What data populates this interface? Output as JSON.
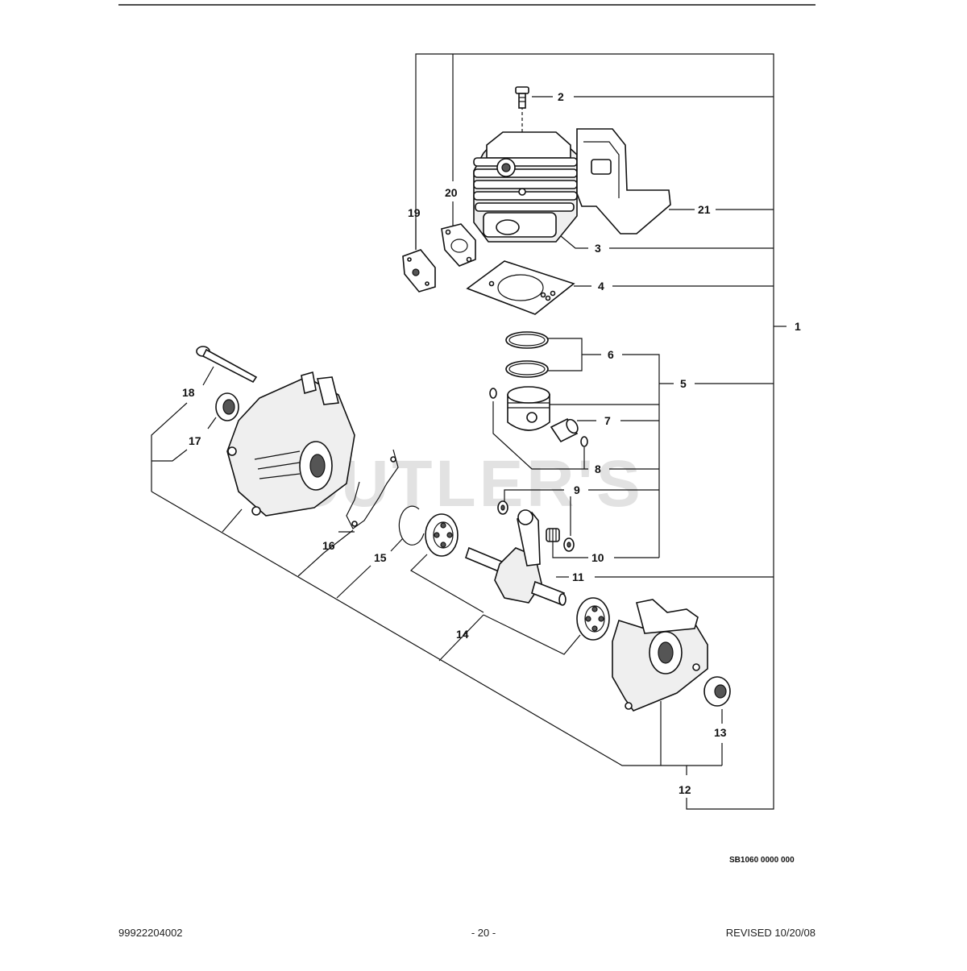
{
  "watermark": "CUTLER'S",
  "diagram_code": "SB1060 0000 000",
  "footer": {
    "part_number": "99922204002",
    "page": "- 20 -",
    "revised": "REVISED 10/20/08"
  },
  "callouts": [
    "1",
    "2",
    "3",
    "4",
    "5",
    "6",
    "7",
    "8",
    "9",
    "10",
    "11",
    "12",
    "13",
    "14",
    "15",
    "16",
    "17",
    "18",
    "19",
    "20",
    "21"
  ],
  "parts": {
    "2": "screw-icon",
    "3": "cylinder-icon",
    "4": "cylinder-gasket-icon",
    "6": "piston-ring-icon",
    "7": "piston-pin-icon",
    "8": "circlip-icon",
    "9": "washer-icon",
    "10": "needle-bearing-icon",
    "11": "crankshaft-icon",
    "12": "crankcase-half-icon",
    "13": "oil-seal-icon",
    "14": "ball-bearing-icon",
    "15": "snap-ring-icon",
    "16": "crankcase-gasket-icon",
    "17": "oil-seal-icon",
    "18": "crankcase-bolt-icon",
    "19": "intake-gasket-icon",
    "20": "insulator-gasket-icon",
    "21": "heat-shield-icon"
  }
}
